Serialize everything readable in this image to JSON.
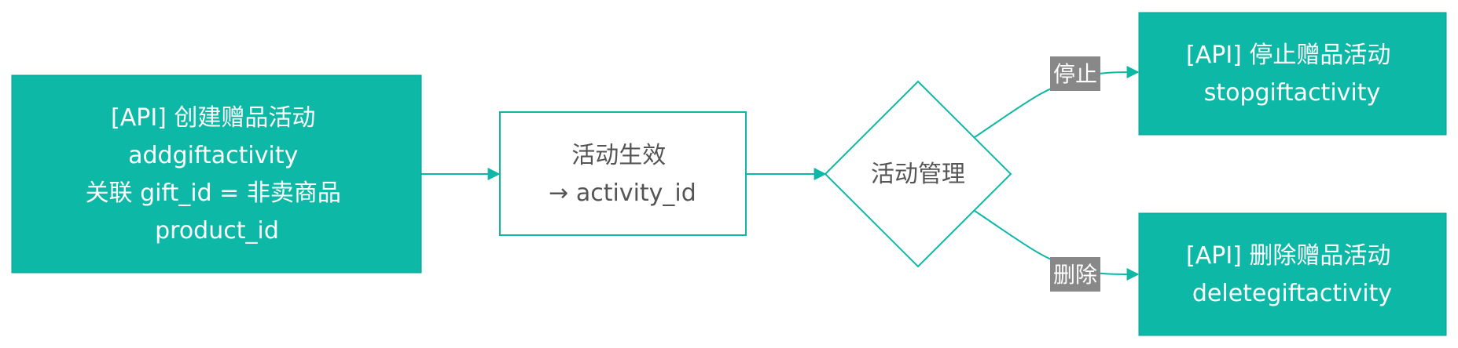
{
  "colors": {
    "teal": "#0db8a6",
    "white_text": "#ffffff",
    "dark_text": "#555555",
    "label_bg": "#888888",
    "edge": "#0db8a6"
  },
  "nodes": {
    "create": {
      "lines": [
        "[API] 创建赠品活动",
        "addgiftactivity",
        "关联 gift_id = 非卖商品",
        "product_id"
      ]
    },
    "active": {
      "lines": [
        "活动生效",
        "→ activity_id"
      ]
    },
    "manage": {
      "label": "活动管理"
    },
    "stop": {
      "lines": [
        "[API] 停止赠品活动",
        "stopgiftactivity"
      ]
    },
    "delete": {
      "lines": [
        "[API] 删除赠品活动",
        "deletegiftactivity"
      ]
    }
  },
  "edges": {
    "stop_label": "停止",
    "delete_label": "删除"
  }
}
